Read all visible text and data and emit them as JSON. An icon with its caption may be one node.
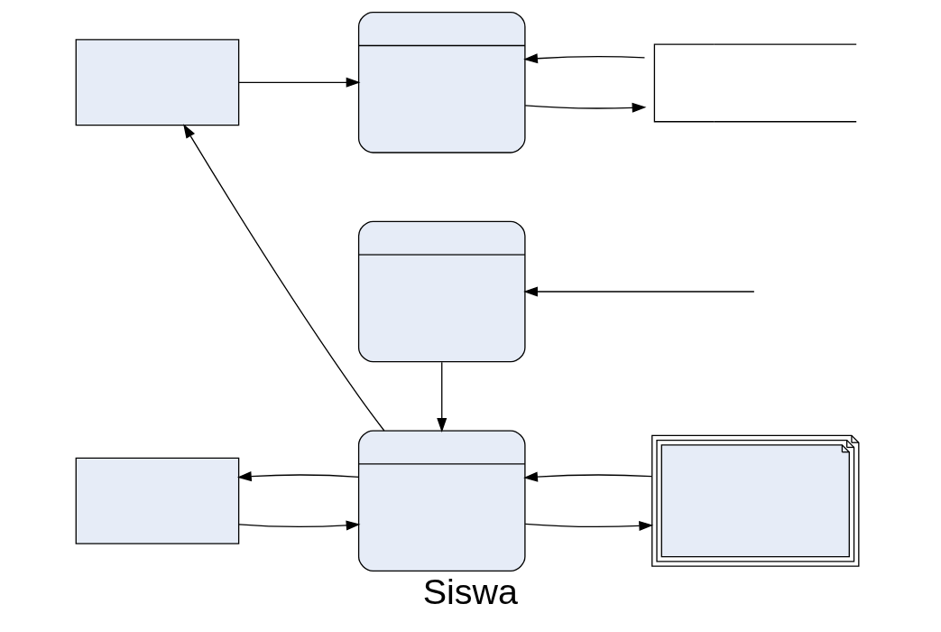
{
  "diagram": {
    "caption": "Siswa",
    "nodes": [
      {
        "text": [],
        "shape": "box"
      },
      {
        "text": [],
        "shape": "box"
      },
      {
        "text": [],
        "shape": "box"
      },
      {
        "text": [],
        "shape": "box"
      },
      {
        "text": [],
        "shape": "box"
      },
      {
        "text": [],
        "shape": "box"
      },
      {
        "text": [],
        "shape": "document"
      }
    ],
    "edges": [
      {
        "from": 0,
        "to": 1,
        "arrow": "to"
      },
      {
        "from": 1,
        "to": 2,
        "arrow": "to"
      },
      {
        "from": 2,
        "to": 1,
        "arrow": "to"
      },
      {
        "from": 4,
        "to": 0,
        "arrow": "to"
      },
      {
        "from": null,
        "to": 3,
        "arrow": "to"
      },
      {
        "from": 3,
        "to": 4,
        "arrow": "to"
      },
      {
        "from": 5,
        "to": 4,
        "arrow": "to"
      },
      {
        "from": 4,
        "to": 5,
        "arrow": "to"
      },
      {
        "from": 4,
        "to": 6,
        "arrow": "to"
      },
      {
        "from": 6,
        "to": 4,
        "arrow": "to"
      }
    ]
  }
}
